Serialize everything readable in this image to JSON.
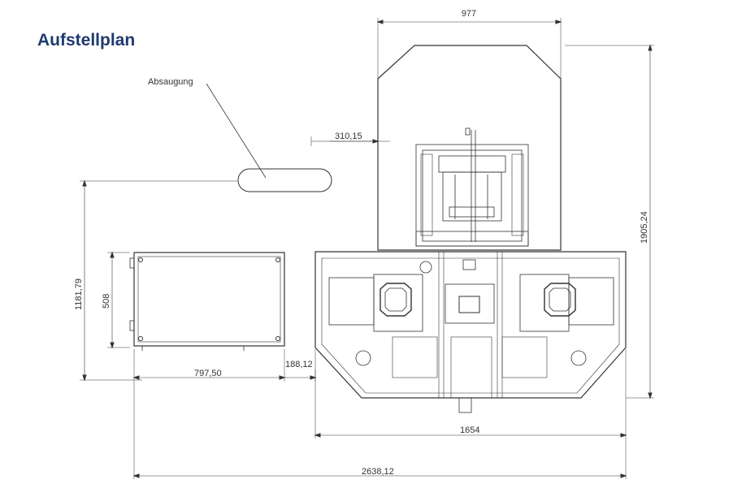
{
  "title": "Aufstellplan",
  "labels": {
    "suction": "Absaugung"
  },
  "dimensions": {
    "top_width": "977",
    "right_height": "1905,24",
    "offset_suction": "310,15",
    "left_total_height": "1181,79",
    "box_height": "508",
    "gap": "188,12",
    "box_width": "797,50",
    "main_width": "1654",
    "total_width": "2638,12"
  },
  "colors": {
    "title": "#1f3a6e",
    "lines": "#333333"
  }
}
